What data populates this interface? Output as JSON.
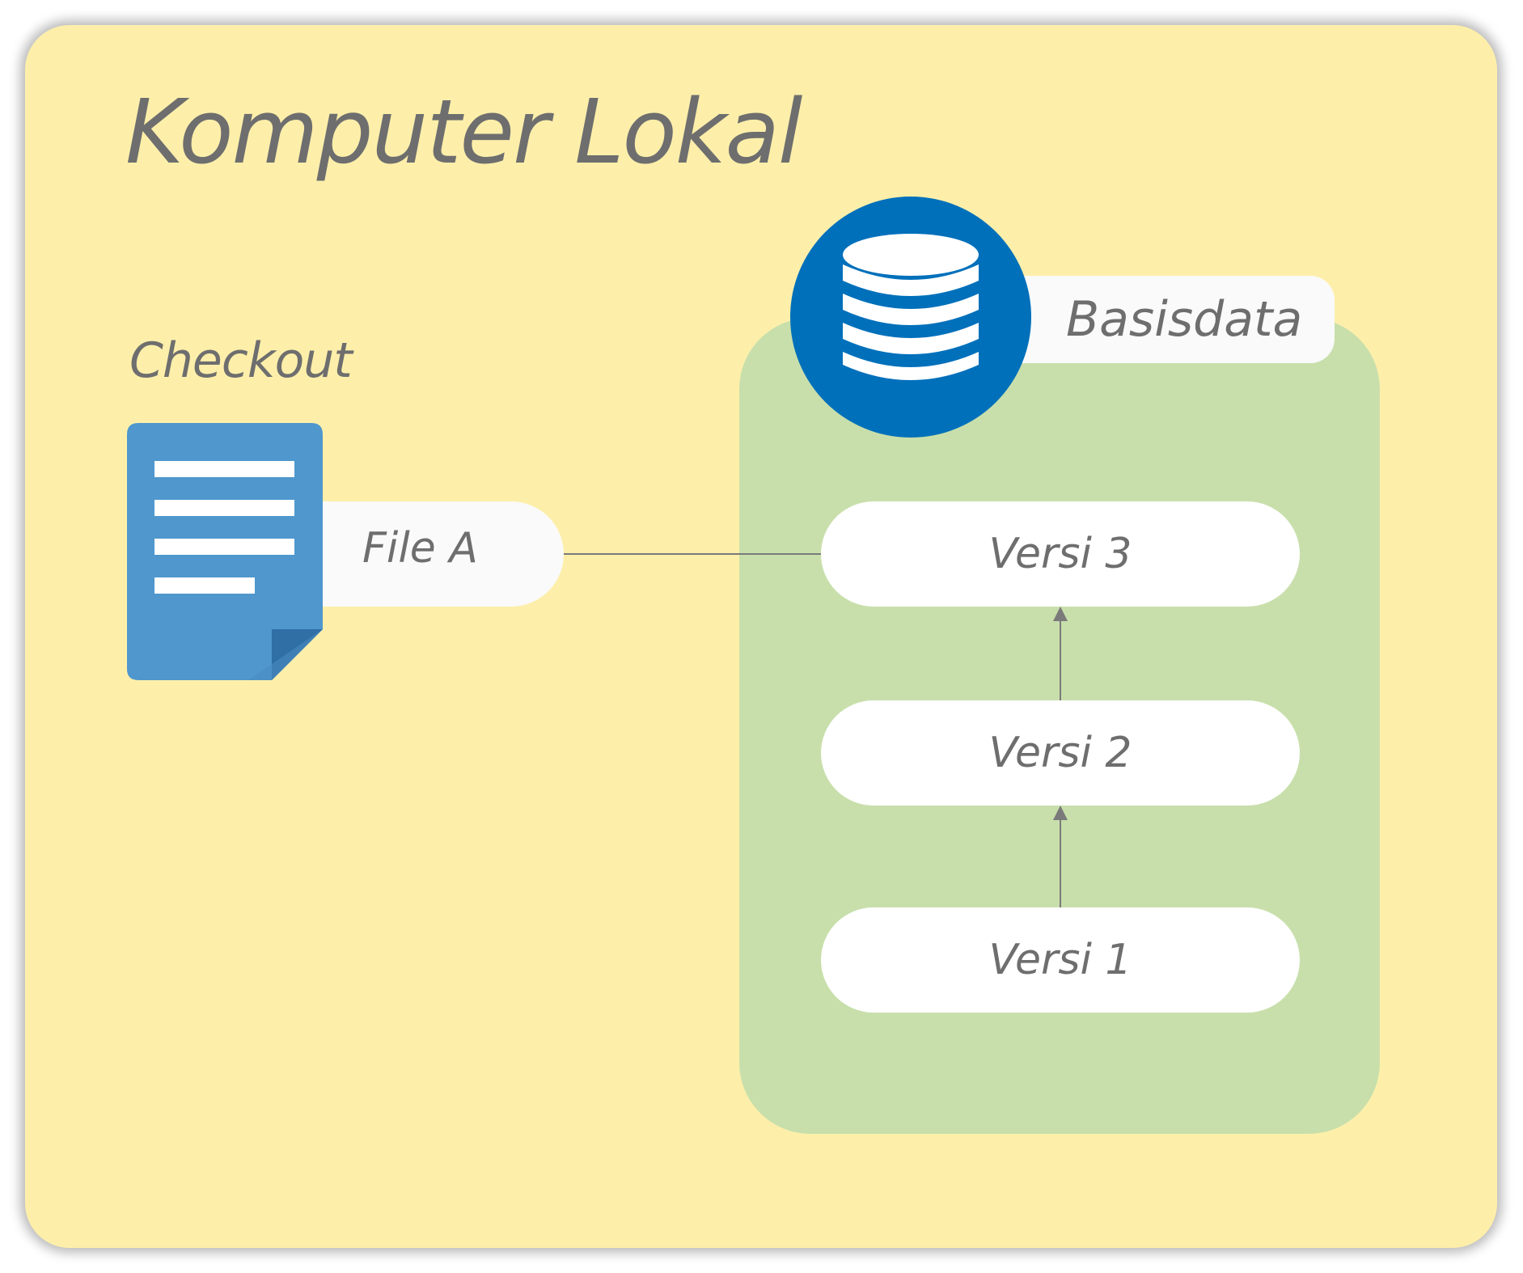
{
  "diagram": {
    "title": "Komputer Lokal",
    "checkout": {
      "label": "Checkout",
      "file_label": "File A",
      "icon": "document-icon"
    },
    "database": {
      "label": "Basisdata",
      "icon": "database-icon",
      "versions": [
        "Versi 3",
        "Versi 2",
        "Versi 1"
      ]
    },
    "colors": {
      "panel": "#fdefaa",
      "database_box": "#c8dfab",
      "database_icon": "#0070bb",
      "document_icon": "#4f97cd",
      "text": "#6e6e6e"
    }
  }
}
